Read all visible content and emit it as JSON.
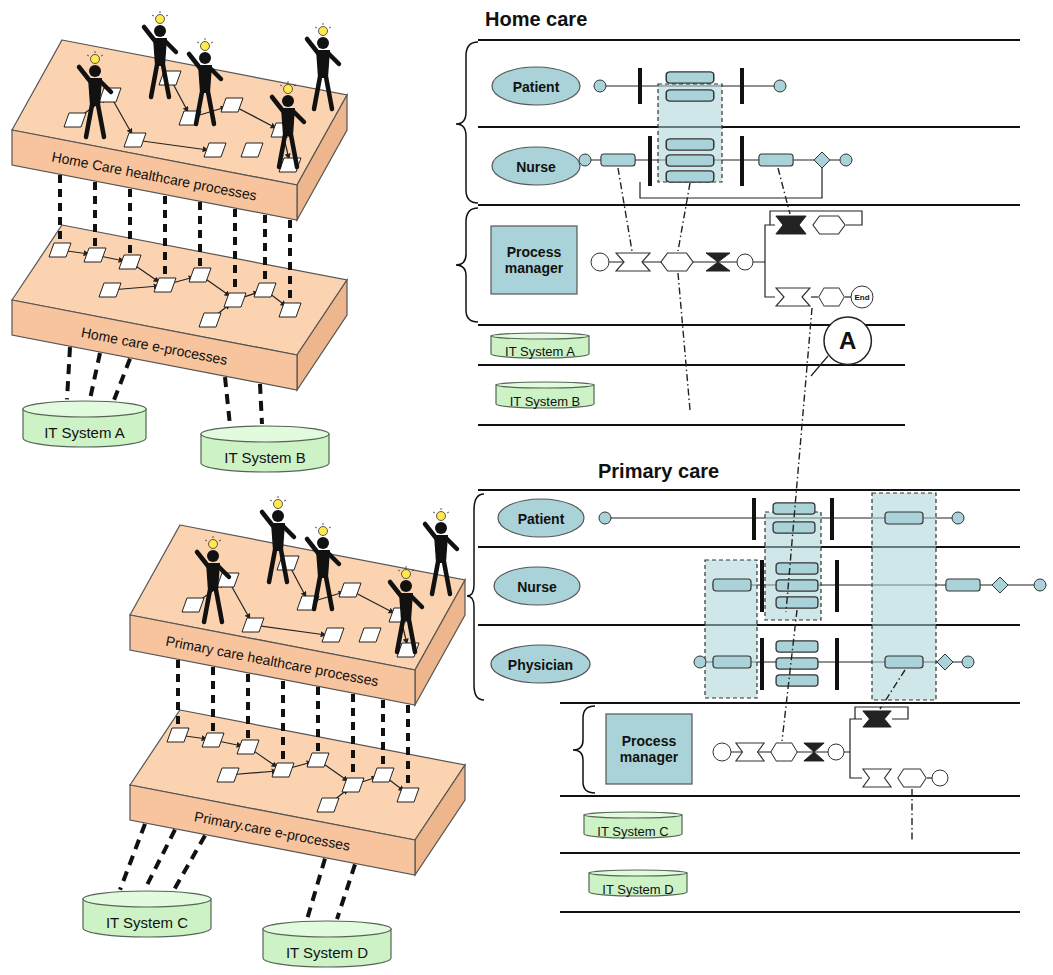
{
  "diagram": {
    "nodes": [
      {
        "text": [
          "Home Care healthcare processes"
        ]
      },
      {
        "text": [
          "Home care e-processes"
        ]
      },
      {
        "text": [
          "IT System A"
        ]
      },
      {
        "text": [
          "IT System B"
        ]
      },
      {
        "text": [
          "Primary care healthcare processes"
        ]
      },
      {
        "text": [
          "Primary.care e-processes"
        ]
      },
      {
        "text": [
          "IT System C"
        ]
      },
      {
        "text": [
          "IT System D"
        ]
      },
      {
        "text": [
          "Patient"
        ]
      },
      {
        "text": [
          "Nurse"
        ]
      },
      {
        "text": [
          "Process manager"
        ]
      },
      {
        "text": [
          "IT System A"
        ]
      },
      {
        "text": [
          "IT System B"
        ]
      },
      {
        "text": [
          "A"
        ]
      },
      {
        "text": [
          "Patient"
        ]
      },
      {
        "text": [
          "Nurse"
        ]
      },
      {
        "text": [
          "Physician"
        ]
      },
      {
        "text": [
          "Process manager"
        ]
      },
      {
        "text": [
          "IT System C"
        ]
      },
      {
        "text": [
          "IT System D"
        ]
      }
    ],
    "edges": [
      {
        "from": 1,
        "to": 2,
        "arrow": "none"
      },
      {
        "from": 1,
        "to": 2,
        "arrow": "none"
      },
      {
        "from": 1,
        "to": 2,
        "arrow": "none"
      },
      {
        "from": 1,
        "to": 3,
        "arrow": "none"
      },
      {
        "from": 1,
        "to": 3,
        "arrow": "none"
      },
      {
        "from": 5,
        "to": 6,
        "arrow": "none"
      },
      {
        "from": 5,
        "to": 6,
        "arrow": "none"
      },
      {
        "from": 5,
        "to": 6,
        "arrow": "none"
      },
      {
        "from": 5,
        "to": 7,
        "arrow": "none"
      },
      {
        "from": 5,
        "to": 7,
        "arrow": "none"
      }
    ],
    "labels": [
      "Home care",
      "Primary care",
      "End"
    ]
  }
}
